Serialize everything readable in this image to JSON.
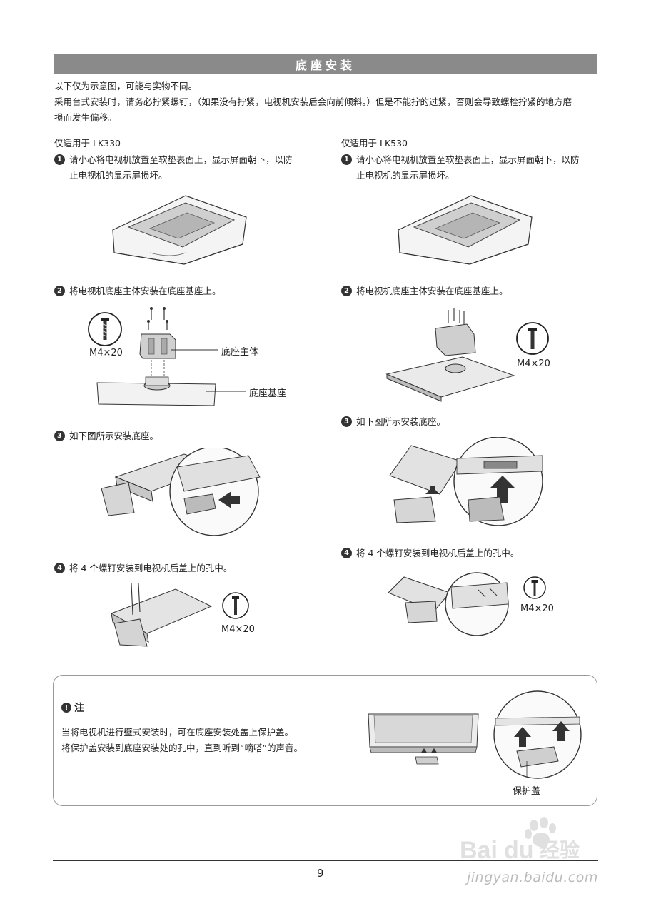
{
  "title": "底座安装",
  "intro": {
    "line1": "以下仅为示意图，可能与实物不同。",
    "line2": "采用台式安装时，请务必拧紧螺钉，（如果没有拧紧，电视机安装后会向前倾斜。）但是不能拧的过紧，否则会导致螺栓拧紧的地方磨",
    "line3": "损而发生偏移。"
  },
  "left_column": {
    "heading": "仅适用于 LK330",
    "step1": {
      "num": "1",
      "line1": "请小心将电视机放置至软垫表面上，显示屏面朝下，以防",
      "line2": "止电视机的显示屏损坏。"
    },
    "step2": {
      "num": "2",
      "text": "将电视机底座主体安装在底座基座上。"
    },
    "screw_label_a": "M4×20",
    "callout_body": "底座主体",
    "callout_base": "底座基座",
    "step3": {
      "num": "3",
      "text": "如下图所示安装底座。"
    },
    "step4": {
      "num": "4",
      "text": "将 4 个螺钉安装到电视机后盖上的孔中。"
    },
    "screw_label_b": "M4×20"
  },
  "right_column": {
    "heading": "仅适用于 LK530",
    "step1": {
      "num": "1",
      "line1": "请小心将电视机放置至软垫表面上，显示屏面朝下，以防",
      "line2": "止电视机的显示屏损坏。"
    },
    "step2": {
      "num": "2",
      "text": "将电视机底座主体安装在底座基座上。"
    },
    "screw_label_a": "M4×20",
    "step3": {
      "num": "3",
      "text": "如下图所示安装底座。"
    },
    "step4": {
      "num": "4",
      "text": "将 4 个螺钉安装到电视机后盖上的孔中。"
    },
    "screw_label_b": "M4×20"
  },
  "note": {
    "icon_glyph": "!",
    "heading": "注",
    "line1": "当将电视机进行壁式安装时，可在底座安装处盖上保护盖。",
    "line2": "将保护盖安装到底座安装处的孔中，直到听到“嘀嗒”的声音。",
    "callout_cover": "保护盖"
  },
  "page_number": "9",
  "watermark": {
    "brand": "Baidu经验",
    "url": "jingyan.baidu.com"
  }
}
